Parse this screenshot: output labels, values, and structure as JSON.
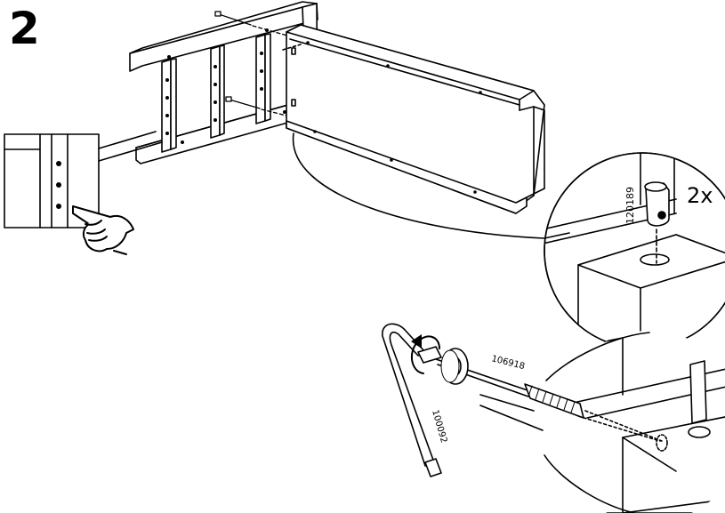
{
  "step": {
    "number": "2"
  },
  "parts": {
    "cam_lock": {
      "code": "120189",
      "quantity": "2x"
    },
    "bolt": {
      "code": "106918"
    },
    "hex_key": {
      "code": "100092"
    }
  },
  "icons": [
    "hand-pointing-icon",
    "rotate-arrow-icon"
  ],
  "colors": {
    "line": "#000000",
    "background": "#ffffff"
  }
}
